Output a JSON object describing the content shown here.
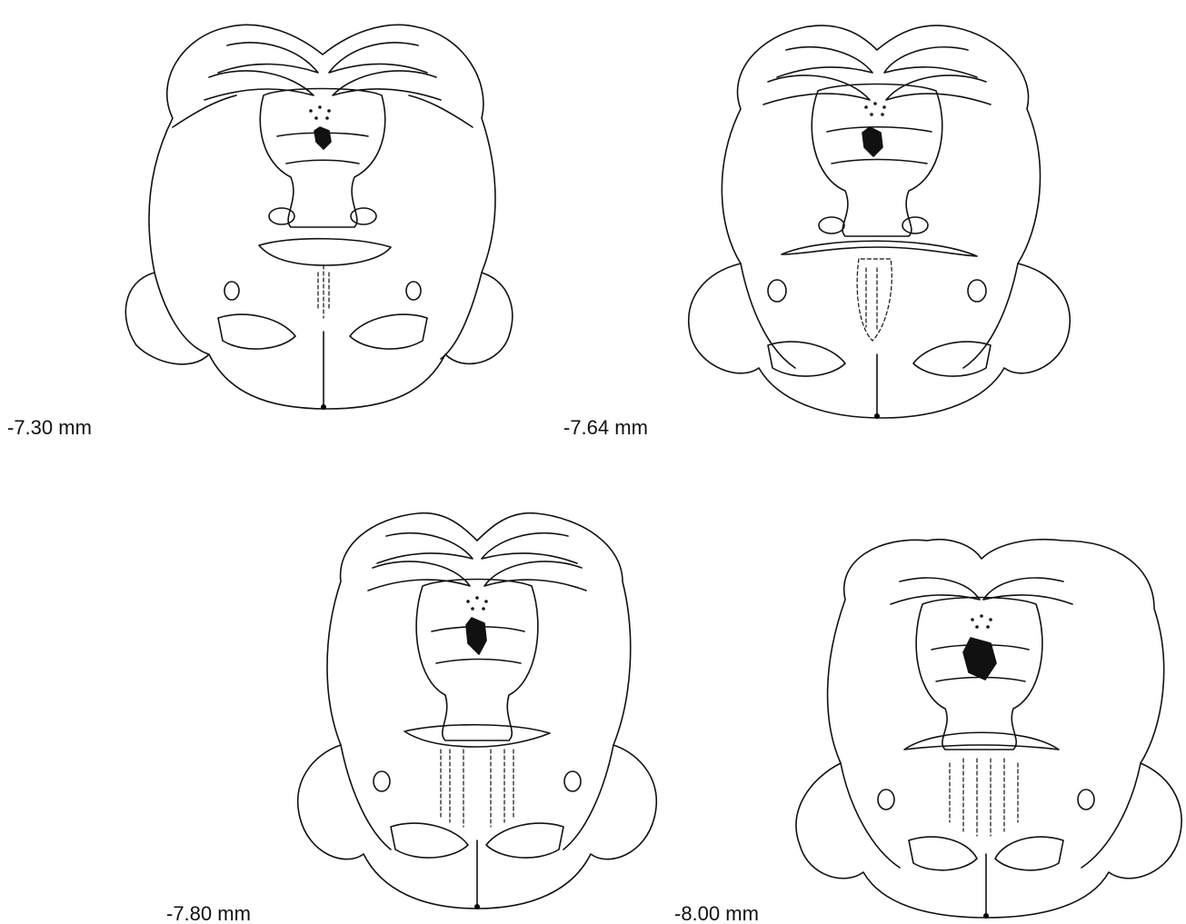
{
  "sections": [
    {
      "label": "-7.30 mm"
    },
    {
      "label": "-7.64 mm"
    },
    {
      "label": "-7.80 mm"
    },
    {
      "label": "-8.00 mm"
    }
  ],
  "colors": {
    "line": "#111111",
    "lesion": "#111111",
    "background": "#ffffff"
  }
}
